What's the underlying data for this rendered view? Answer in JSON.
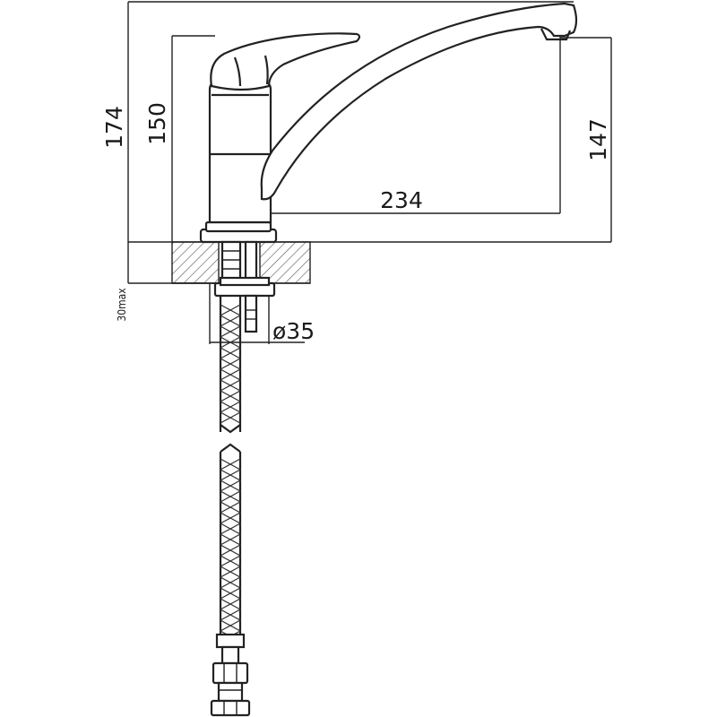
{
  "dimensions": {
    "total_height": "174",
    "body_height": "150",
    "spout_height": "147",
    "spout_reach": "234",
    "hole_diameter": "ø35",
    "max_counter_thickness": "30max"
  },
  "colors": {
    "line": "#222222",
    "background": "#ffffff",
    "hatch": "#555555"
  }
}
